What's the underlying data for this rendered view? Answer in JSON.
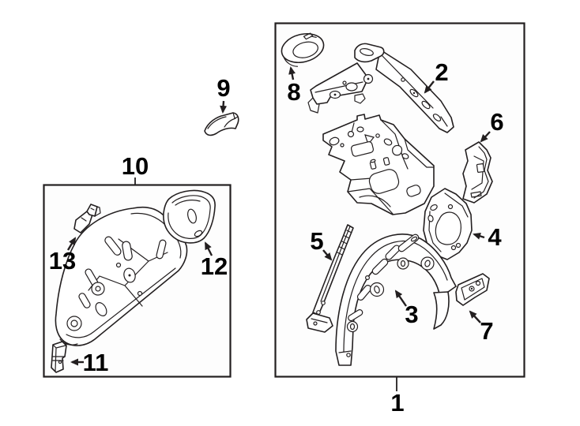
{
  "diagram": {
    "type": "exploded-parts-diagram",
    "callouts": [
      "1",
      "2",
      "3",
      "4",
      "5",
      "6",
      "7",
      "8",
      "9",
      "10",
      "11",
      "12",
      "13"
    ],
    "groups": {
      "assembly_box_callout": "1",
      "wheelhouse_box_callout": "10"
    },
    "colors": {
      "background": "#ffffff",
      "line": "#231f20",
      "label": "#000000",
      "box_fill": "#fdfdfd"
    }
  }
}
